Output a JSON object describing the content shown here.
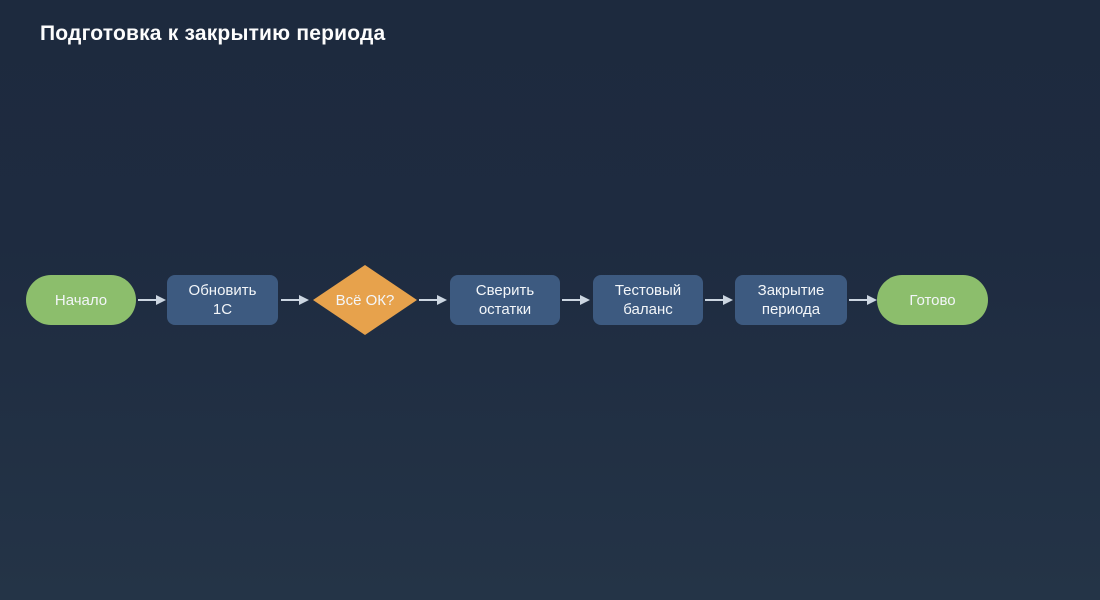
{
  "title": "Подготовка к закрытию периода",
  "colors": {
    "background_top": "#1d2a3e",
    "background_bottom": "#243447",
    "node_green": "#8cbe6c",
    "node_blue": "#3d5a80",
    "node_orange": "#e7a24c",
    "arrow": "#ccd6e1",
    "node_text": "#f3f6f9",
    "title_text": "#fdfdfd"
  },
  "flowchart": {
    "nodes": [
      {
        "id": "start",
        "shape": "rounded",
        "label": "Начало"
      },
      {
        "id": "update-1c",
        "shape": "process",
        "label": "Обновить 1С"
      },
      {
        "id": "all-ok",
        "shape": "decision",
        "label": "Всё ОК?"
      },
      {
        "id": "verify-balances",
        "shape": "process",
        "label": "Сверить остатки"
      },
      {
        "id": "test-balance",
        "shape": "process",
        "label": "Тестовый баланс"
      },
      {
        "id": "period-close",
        "shape": "process",
        "label": "Закрытие периода"
      },
      {
        "id": "done",
        "shape": "rounded",
        "label": "Готово"
      }
    ],
    "edges": [
      {
        "from": "start",
        "to": "update-1c"
      },
      {
        "from": "update-1c",
        "to": "all-ok"
      },
      {
        "from": "all-ok",
        "to": "verify-balances"
      },
      {
        "from": "verify-balances",
        "to": "test-balance"
      },
      {
        "from": "test-balance",
        "to": "period-close"
      },
      {
        "from": "period-close",
        "to": "done"
      }
    ]
  }
}
